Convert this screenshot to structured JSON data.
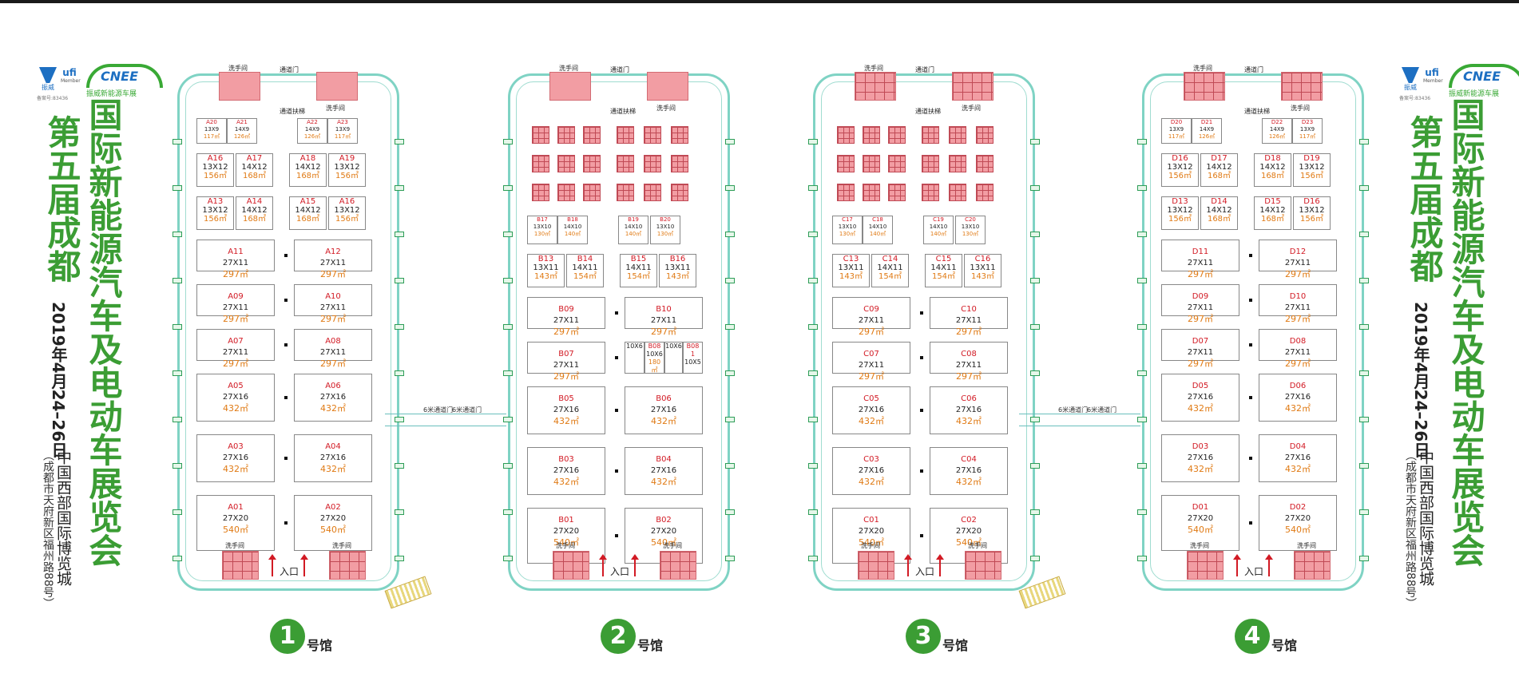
{
  "left_block": {
    "logo_zw": "振威",
    "logo_ufi": "ufi",
    "logo_ufi_sub": "Member",
    "logo_cnee": "CNEE",
    "logo_cnee_cn": "振威新能源车展",
    "reg_no": "备案号:83436",
    "title_a": "国际新能源汽车及电动车展览会",
    "title_b": "第五届成都",
    "date": "2019年4月24–26日",
    "venue": "中国西部国际博览城",
    "address": "（成都市天府新区福州路88号）"
  },
  "right_block": {
    "logo_zw": "振威",
    "logo_ufi": "ufi",
    "logo_ufi_sub": "Member",
    "logo_cnee": "CNEE",
    "logo_cnee_cn": "振威新能源车展",
    "reg_no": "备案号:83436",
    "title_a": "国际新能源汽车及电动车展览会",
    "title_b": "第五届成都",
    "date": "2019年4月24–26日",
    "venue": "中国西部国际博览城",
    "address": "（成都市天府新区福州路88号）"
  },
  "common": {
    "door": "通道门",
    "restroom": "洗手间",
    "ramp": "通道扶梯",
    "entrance": "入口",
    "hall_suffix": "号馆",
    "corridor_label_a": "6米通道门",
    "corridor_label_b": "6米通道门",
    "side_door": "6米通道门"
  },
  "halls": [
    {
      "number": "1",
      "small_top": [
        {
          "id": "A20",
          "size": "13X9",
          "area": "117㎡"
        },
        {
          "id": "A21",
          "size": "14X9",
          "area": "126㎡"
        },
        {
          "id": "A22",
          "size": "14X9",
          "area": "126㎡"
        },
        {
          "id": "A23",
          "size": "13X9",
          "area": "117㎡"
        }
      ],
      "rows4": [
        [
          {
            "id": "A16",
            "size": "13X12",
            "area": "156㎡"
          },
          {
            "id": "A17",
            "size": "14X12",
            "area": "168㎡"
          },
          {
            "id": "A18",
            "size": "14X12",
            "area": "168㎡"
          },
          {
            "id": "A19",
            "size": "13X12",
            "area": "156㎡"
          }
        ],
        [
          {
            "id": "A13",
            "size": "13X12",
            "area": "156㎡"
          },
          {
            "id": "A14",
            "size": "14X12",
            "area": "168㎡"
          },
          {
            "id": "A15",
            "size": "14X12",
            "area": "168㎡"
          },
          {
            "id": "A16",
            "size": "13X12",
            "area": "156㎡"
          }
        ]
      ],
      "pairs": [
        [
          {
            "id": "A11",
            "size": "27X11",
            "area": "297㎡"
          },
          {
            "id": "A12",
            "size": "27X11",
            "area": "297㎡"
          }
        ],
        [
          {
            "id": "A09",
            "size": "27X11",
            "area": "297㎡"
          },
          {
            "id": "A10",
            "size": "27X11",
            "area": "297㎡"
          }
        ],
        [
          {
            "id": "A07",
            "size": "27X11",
            "area": "297㎡"
          },
          {
            "id": "A08",
            "size": "27X11",
            "area": "297㎡"
          }
        ],
        [
          {
            "id": "A05",
            "size": "27X16",
            "area": "432㎡"
          },
          {
            "id": "A06",
            "size": "27X16",
            "area": "432㎡"
          }
        ],
        [
          {
            "id": "A03",
            "size": "27X16",
            "area": "432㎡"
          },
          {
            "id": "A04",
            "size": "27X16",
            "area": "432㎡"
          }
        ],
        [
          {
            "id": "A01",
            "size": "27X20",
            "area": "540㎡"
          },
          {
            "id": "A02",
            "size": "27X20",
            "area": "540㎡"
          }
        ]
      ]
    },
    {
      "number": "2",
      "small_top": [
        {
          "id": "B17",
          "size": "13X10",
          "area": "130㎡"
        },
        {
          "id": "B18",
          "size": "14X10",
          "area": "140㎡"
        },
        {
          "id": "B19",
          "size": "14X10",
          "area": "140㎡"
        },
        {
          "id": "B20",
          "size": "13X10",
          "area": "130㎡"
        }
      ],
      "rows4": [
        [
          {
            "id": "B13",
            "size": "13X11",
            "area": "143㎡"
          },
          {
            "id": "B14",
            "size": "14X11",
            "area": "154㎡"
          },
          {
            "id": "B15",
            "size": "14X11",
            "area": "154㎡"
          },
          {
            "id": "B16",
            "size": "13X11",
            "area": "143㎡"
          }
        ]
      ],
      "pairs": [
        [
          {
            "id": "B09",
            "size": "27X11",
            "area": "297㎡"
          },
          {
            "id": "B10",
            "size": "27X11",
            "area": "297㎡"
          }
        ],
        [
          {
            "id": "B07",
            "size": "27X11",
            "area": "297㎡"
          },
          {
            "id": "B08",
            "size": "",
            "area": ""
          }
        ],
        [
          {
            "id": "B05",
            "size": "27X16",
            "area": "432㎡"
          },
          {
            "id": "B06",
            "size": "27X16",
            "area": "432㎡"
          }
        ],
        [
          {
            "id": "B03",
            "size": "27X16",
            "area": "432㎡"
          },
          {
            "id": "B04",
            "size": "27X16",
            "area": "432㎡"
          }
        ],
        [
          {
            "id": "B01",
            "size": "27X20",
            "area": "540㎡"
          },
          {
            "id": "B02",
            "size": "27X20",
            "area": "540㎡"
          }
        ]
      ],
      "b08_split": [
        {
          "id": "",
          "size": "10X6",
          "area": ""
        },
        {
          "id": "B08",
          "size": "10X6",
          "area": "180㎡"
        },
        {
          "id": "",
          "size": "10X6",
          "area": ""
        },
        {
          "id": "B08 1",
          "size": "10X5",
          "area": ""
        }
      ]
    },
    {
      "number": "3",
      "small_top": [
        {
          "id": "C17",
          "size": "13X10",
          "area": "130㎡"
        },
        {
          "id": "C18",
          "size": "14X10",
          "area": "140㎡"
        },
        {
          "id": "C19",
          "size": "14X10",
          "area": "140㎡"
        },
        {
          "id": "C20",
          "size": "13X10",
          "area": "130㎡"
        }
      ],
      "rows4": [
        [
          {
            "id": "C13",
            "size": "13X11",
            "area": "143㎡"
          },
          {
            "id": "C14",
            "size": "14X11",
            "area": "154㎡"
          },
          {
            "id": "C15",
            "size": "14X11",
            "area": "154㎡"
          },
          {
            "id": "C16",
            "size": "13X11",
            "area": "143㎡"
          }
        ]
      ],
      "pairs": [
        [
          {
            "id": "C09",
            "size": "27X11",
            "area": "297㎡"
          },
          {
            "id": "C10",
            "size": "27X11",
            "area": "297㎡"
          }
        ],
        [
          {
            "id": "C07",
            "size": "27X11",
            "area": "297㎡"
          },
          {
            "id": "C08",
            "size": "27X11",
            "area": "297㎡"
          }
        ],
        [
          {
            "id": "C05",
            "size": "27X16",
            "area": "432㎡"
          },
          {
            "id": "C06",
            "size": "27X16",
            "area": "432㎡"
          }
        ],
        [
          {
            "id": "C03",
            "size": "27X16",
            "area": "432㎡"
          },
          {
            "id": "C04",
            "size": "27X16",
            "area": "432㎡"
          }
        ],
        [
          {
            "id": "C01",
            "size": "27X20",
            "area": "540㎡"
          },
          {
            "id": "C02",
            "size": "27X20",
            "area": "540㎡"
          }
        ]
      ]
    },
    {
      "number": "4",
      "small_top": [
        {
          "id": "D20",
          "size": "13X9",
          "area": "117㎡"
        },
        {
          "id": "D21",
          "size": "14X9",
          "area": "126㎡"
        },
        {
          "id": "D22",
          "size": "14X9",
          "area": "126㎡"
        },
        {
          "id": "D23",
          "size": "13X9",
          "area": "117㎡"
        }
      ],
      "rows4": [
        [
          {
            "id": "D16",
            "size": "13X12",
            "area": "156㎡"
          },
          {
            "id": "D17",
            "size": "14X12",
            "area": "168㎡"
          },
          {
            "id": "D18",
            "size": "14X12",
            "area": "168㎡"
          },
          {
            "id": "D19",
            "size": "13X12",
            "area": "156㎡"
          }
        ],
        [
          {
            "id": "D13",
            "size": "13X12",
            "area": "156㎡"
          },
          {
            "id": "D14",
            "size": "14X12",
            "area": "168㎡"
          },
          {
            "id": "D15",
            "size": "14X12",
            "area": "168㎡"
          },
          {
            "id": "D16",
            "size": "13X12",
            "area": "156㎡"
          }
        ]
      ],
      "pairs": [
        [
          {
            "id": "D11",
            "size": "27X11",
            "area": "297㎡"
          },
          {
            "id": "D12",
            "size": "27X11",
            "area": "297㎡"
          }
        ],
        [
          {
            "id": "D09",
            "size": "27X11",
            "area": "297㎡"
          },
          {
            "id": "D10",
            "size": "27X11",
            "area": "297㎡"
          }
        ],
        [
          {
            "id": "D07",
            "size": "27X11",
            "area": "297㎡"
          },
          {
            "id": "D08",
            "size": "27X11",
            "area": "297㎡"
          }
        ],
        [
          {
            "id": "D05",
            "size": "27X16",
            "area": "432㎡"
          },
          {
            "id": "D06",
            "size": "27X16",
            "area": "432㎡"
          }
        ],
        [
          {
            "id": "D03",
            "size": "27X16",
            "area": "432㎡"
          },
          {
            "id": "D04",
            "size": "27X16",
            "area": "432㎡"
          }
        ],
        [
          {
            "id": "D01",
            "size": "27X20",
            "area": "540㎡"
          },
          {
            "id": "D02",
            "size": "27X20",
            "area": "540㎡"
          }
        ]
      ]
    }
  ]
}
